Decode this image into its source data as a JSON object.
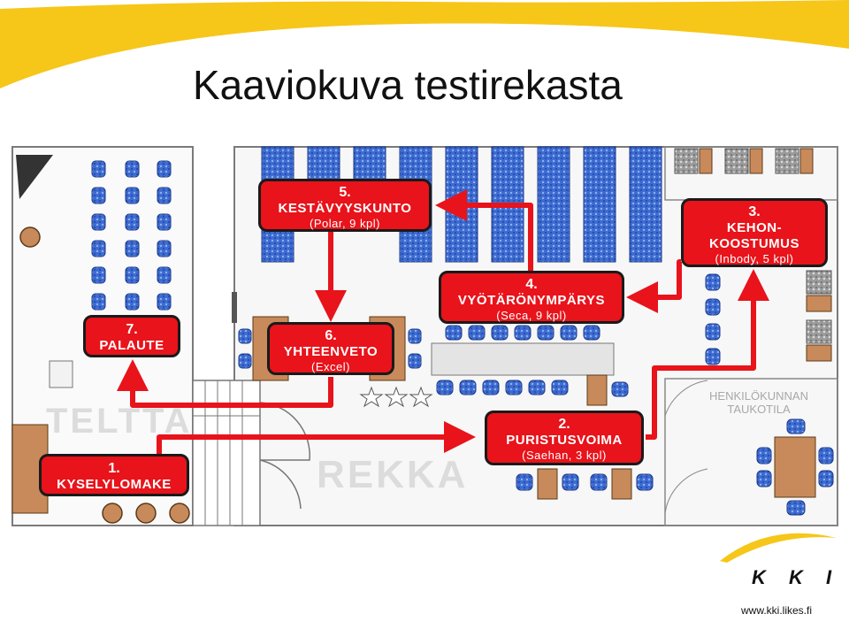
{
  "page": {
    "title": "Kaaviokuva testirekasta",
    "url": "www.kki.likes.fi",
    "logo": "K K I"
  },
  "stations": {
    "s1": {
      "num": "1.",
      "name": "KYSELYLOMAKE",
      "detail": ""
    },
    "s2": {
      "num": "2.",
      "name": "PURISTUSVOIMA",
      "detail": "(Saehan, 3 kpl)"
    },
    "s3": {
      "num": "3.",
      "name_a": "KEHON-",
      "name_b": "KOOSTUMUS",
      "detail": "(Inbody, 5 kpl)"
    },
    "s4": {
      "num": "4.",
      "name": "VYÖTÄRÖNYMPÄRYS",
      "detail": "(Seca, 9 kpl)"
    },
    "s5": {
      "num": "5.",
      "name": "KESTÄVYYSKUNTO",
      "detail": "(Polar, 9 kpl)"
    },
    "s6": {
      "num": "6.",
      "name": "YHTEENVETO",
      "detail": "(Excel)"
    },
    "s7": {
      "num": "7.",
      "name": "PALAUTE",
      "detail": ""
    }
  },
  "areas": {
    "teltta": "TELTTA",
    "rekka": "REKKA",
    "staff_line1": "HENKILÖKUNNAN",
    "staff_line2": "TAUKOTILA"
  },
  "colors": {
    "route": "#e8131b",
    "banner": "#f6c619",
    "chair": "#2b4fb8",
    "table": "#c88a5a",
    "floor_border": "#888888"
  }
}
